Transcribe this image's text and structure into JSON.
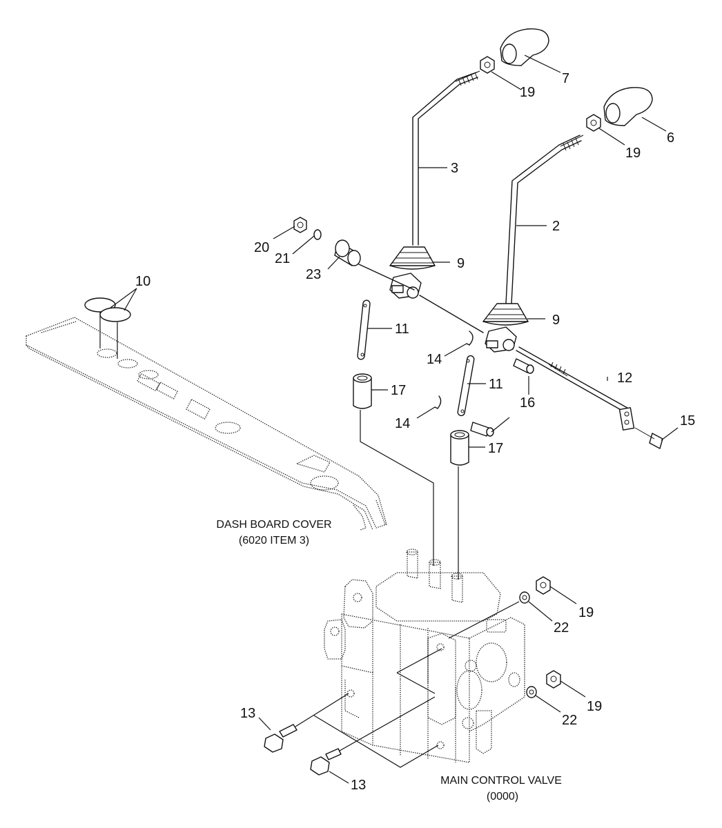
{
  "part_numbers": {
    "p2": "2",
    "p3": "3",
    "p6": "6",
    "p7": "7",
    "p9a": "9",
    "p9b": "9",
    "p10": "10",
    "p11a": "11",
    "p11b": "11",
    "p12": "12",
    "p13a": "13",
    "p13b": "13",
    "p14a": "14",
    "p14b": "14",
    "p15": "15",
    "p16": "16",
    "p17a": "17",
    "p17b": "17",
    "p19a": "19",
    "p19b": "19",
    "p19c": "19",
    "p19d": "19",
    "p20": "20",
    "p21": "21",
    "p22a": "22",
    "p22b": "22",
    "p23": "23"
  },
  "captions": {
    "dash_board_title": "DASH BOARD COVER",
    "dash_board_ref": "(6020 ITEM 3)",
    "valve_title": "MAIN CONTROL VALVE",
    "valve_ref": "(0000)"
  }
}
